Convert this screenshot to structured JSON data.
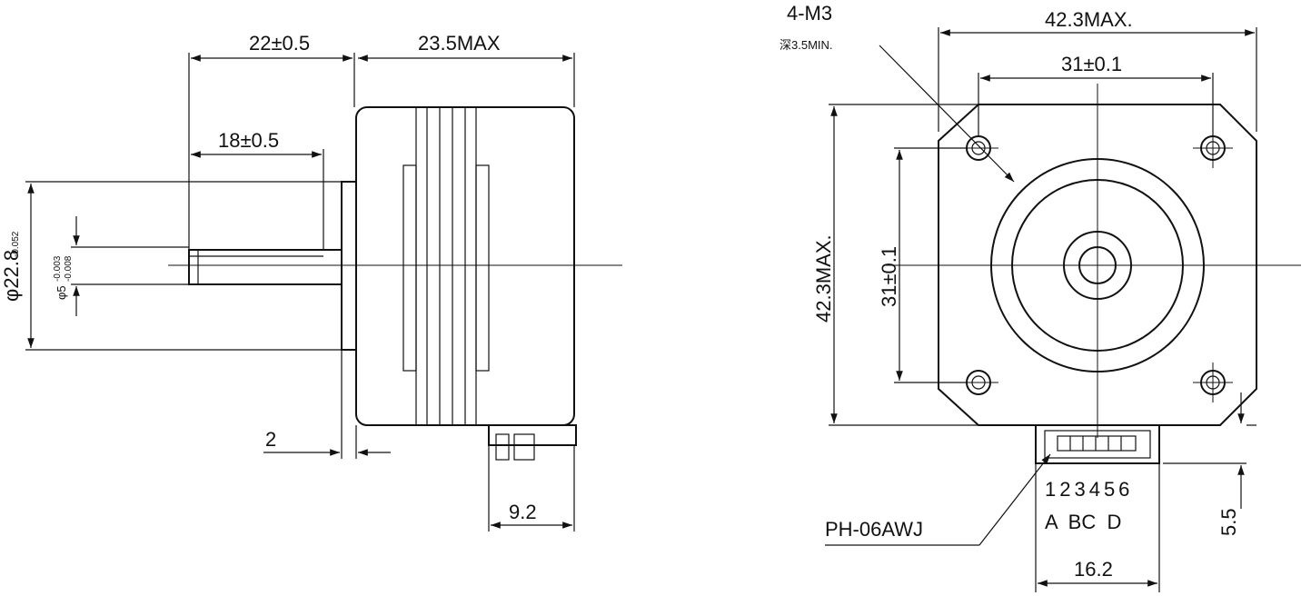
{
  "side_view": {
    "dim_22": "22±0.5",
    "dim_23_5": "23.5MAX",
    "dim_18": "18±0.5",
    "dim_phi22_main": "φ22.8",
    "dim_phi22_tol": "-0.052",
    "dim_phi5_main": "φ5",
    "dim_phi5_tol_top": "-0.003",
    "dim_phi5_tol_bottom": "-0.008",
    "dim_2": "2",
    "dim_9_2": "9.2"
  },
  "front_view": {
    "hole_spec": "4-M3",
    "hole_depth": "深3.5MIN.",
    "width_max": "42.3MAX.",
    "hole_spacing_h": "31±0.1",
    "height_max": "42.3MAX.",
    "hole_spacing_v": "31±0.1",
    "pin_numbers": "123456",
    "pin_letters": "A  BC  D",
    "connector_part": "PH-06AWJ",
    "connector_width": "16.2",
    "connector_offset": "5.5"
  }
}
